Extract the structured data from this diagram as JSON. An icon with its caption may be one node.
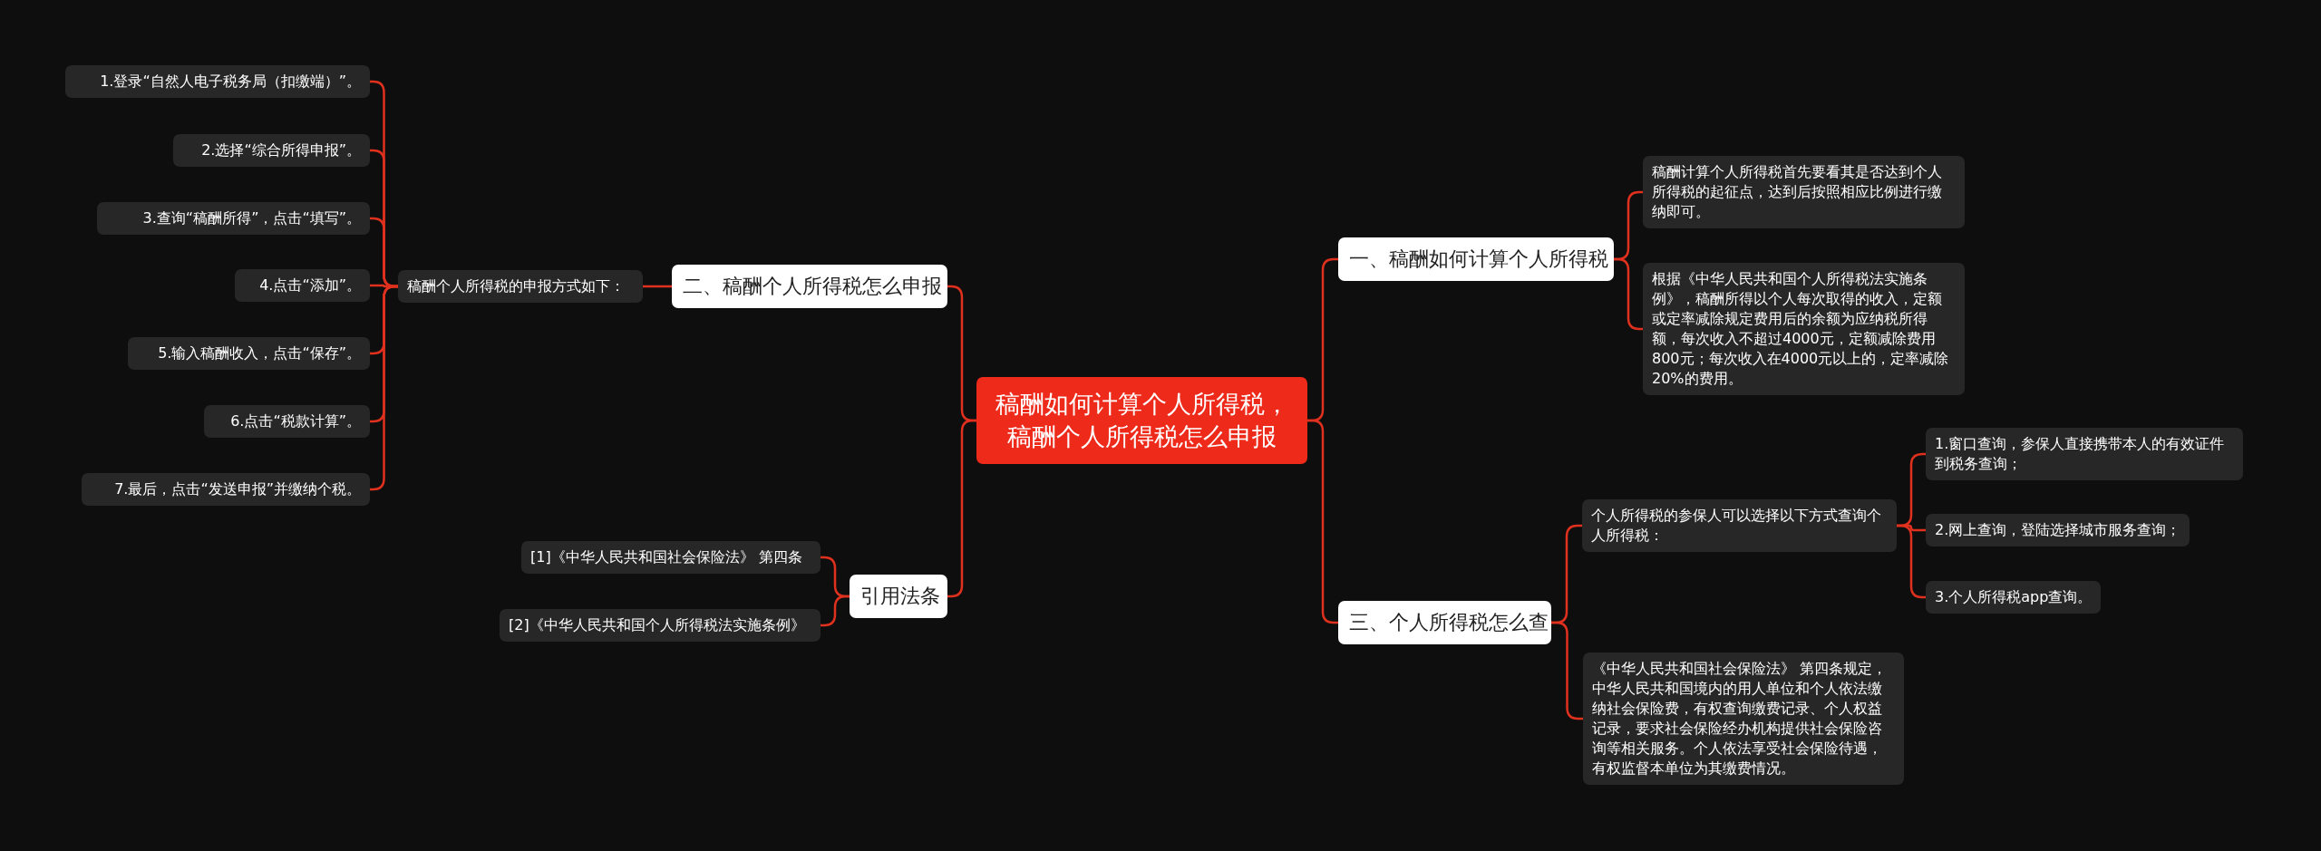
{
  "diagram": {
    "nodes": [
      {
        "text": [
          "稿酬如何计算个人所得税，稿酬个人所得税怎么申报"
        ]
      },
      {
        "text": [
          "一、稿酬如何计算个人所得税"
        ]
      },
      {
        "text": [
          "稿酬计算个人所得税首先要看其是否达到个人所得税的起征点，达到后按照相应比例进行缴纳即可。"
        ]
      },
      {
        "text": [
          "根据《中华人民共和国个人所得税法实施条例》，稿酬所得以个人每次取得的收入，定额或定率减除规定费用后的余额为应纳税所得额，每次收入不超过4000元，定额减除费用800元；每次收入在4000元以上的，定率减除20%的费用。"
        ]
      },
      {
        "text": [
          "三、个人所得税怎么查"
        ]
      },
      {
        "text": [
          "个人所得税的参保人可以选择以下方式查询个人所得税："
        ]
      },
      {
        "text": [
          "1.窗口查询，参保人直接携带本人的有效证件到税务查询；"
        ]
      },
      {
        "text": [
          "2.网上查询，登陆选择城市服务查询；"
        ]
      },
      {
        "text": [
          "3.个人所得税app查询。"
        ]
      },
      {
        "text": [
          "《中华人民共和国社会保险法》 第四条规定，中华人民共和国境内的用人单位和个人依法缴纳社会保险费，有权查询缴费记录、个人权益记录，要求社会保险经办机构提供社会保险咨询等相关服务。个人依法享受社会保险待遇，有权监督本单位为其缴费情况。"
        ]
      },
      {
        "text": [
          "二、稿酬个人所得税怎么申报"
        ]
      },
      {
        "text": [
          "稿酬个人所得税的申报方式如下："
        ]
      },
      {
        "text": [
          "1.登录“自然人电子税务局（扣缴端）”。"
        ]
      },
      {
        "text": [
          "2.选择“综合所得申报”。"
        ]
      },
      {
        "text": [
          "3.查询“稿酬所得”，点击“填写”。"
        ]
      },
      {
        "text": [
          "4.点击“添加”。"
        ]
      },
      {
        "text": [
          "5.输入稿酬收入，点击“保存”。"
        ]
      },
      {
        "text": [
          "6.点击“税款计算”。"
        ]
      },
      {
        "text": [
          "7.最后，点击“发送申报”并缴纳个税。"
        ]
      },
      {
        "text": [
          "引用法条"
        ]
      },
      {
        "text": [
          "[1]《中华人民共和国社会保险法》 第四条"
        ]
      },
      {
        "text": [
          "[2]《中华人民共和国个人所得税法实施条例》"
        ]
      }
    ],
    "edges": [
      {
        "from": 0,
        "to": 1,
        "arrow": "none"
      },
      {
        "from": 0,
        "to": 4,
        "arrow": "none"
      },
      {
        "from": 0,
        "to": 10,
        "arrow": "none"
      },
      {
        "from": 0,
        "to": 19,
        "arrow": "none"
      },
      {
        "from": 1,
        "to": 2,
        "arrow": "none"
      },
      {
        "from": 1,
        "to": 3,
        "arrow": "none"
      },
      {
        "from": 4,
        "to": 5,
        "arrow": "none"
      },
      {
        "from": 4,
        "to": 9,
        "arrow": "none"
      },
      {
        "from": 5,
        "to": 6,
        "arrow": "none"
      },
      {
        "from": 5,
        "to": 7,
        "arrow": "none"
      },
      {
        "from": 5,
        "to": 8,
        "arrow": "none"
      },
      {
        "from": 10,
        "to": 11,
        "arrow": "none"
      },
      {
        "from": 11,
        "to": 12,
        "arrow": "none"
      },
      {
        "from": 11,
        "to": 13,
        "arrow": "none"
      },
      {
        "from": 11,
        "to": 14,
        "arrow": "none"
      },
      {
        "from": 11,
        "to": 15,
        "arrow": "none"
      },
      {
        "from": 11,
        "to": 16,
        "arrow": "none"
      },
      {
        "from": 11,
        "to": 17,
        "arrow": "none"
      },
      {
        "from": 11,
        "to": 18,
        "arrow": "none"
      },
      {
        "from": 19,
        "to": 20,
        "arrow": "none"
      },
      {
        "from": 19,
        "to": 21,
        "arrow": "none"
      }
    ]
  }
}
